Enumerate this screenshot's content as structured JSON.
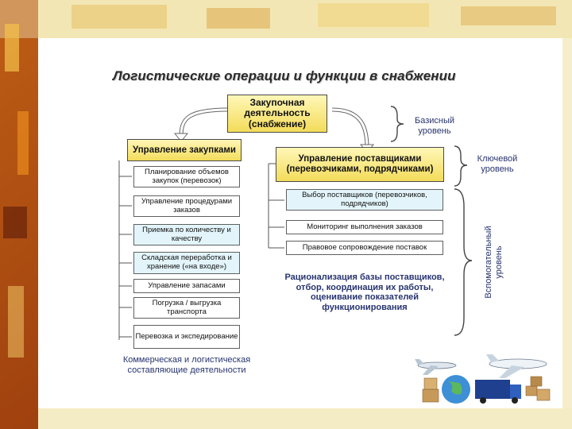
{
  "title": "Логистические операции и функции в снабжении",
  "top_box": "Закупочная деятельность (снабжение)",
  "left_header": "Управление закупками",
  "left_items": [
    "Планирование объемов закупок (перевозок)",
    "Управление процедурами заказов",
    "Приемка по количеству и качеству",
    "Складская переработка и хранение («на входе»)",
    "Управление запасами",
    "Погрузка / выгрузка транспорта",
    "Перевозка и экспедирование"
  ],
  "left_caption": "Коммерческая и логистическая составляющие деятельности",
  "right_header": "Управление поставщиками (перевозчиками, подрядчиками)",
  "right_items": [
    "Выбор поставщиков (перевозчиков, подрядчиков)",
    "Мониторинг выполнения заказов",
    "Правовое сопровождение поставок"
  ],
  "right_caption": "Рационализация базы поставщиков, отбор, координация их работы, оценивание показателей функционирования",
  "levels": {
    "base": "Базисный уровень",
    "key": "Ключевой уровень",
    "aux": "Вспомогательный уровень"
  },
  "colors": {
    "header_yellow": "#f3dc5a",
    "highlight_cyan": "#e3f5fb",
    "label_navy": "#27346f"
  }
}
